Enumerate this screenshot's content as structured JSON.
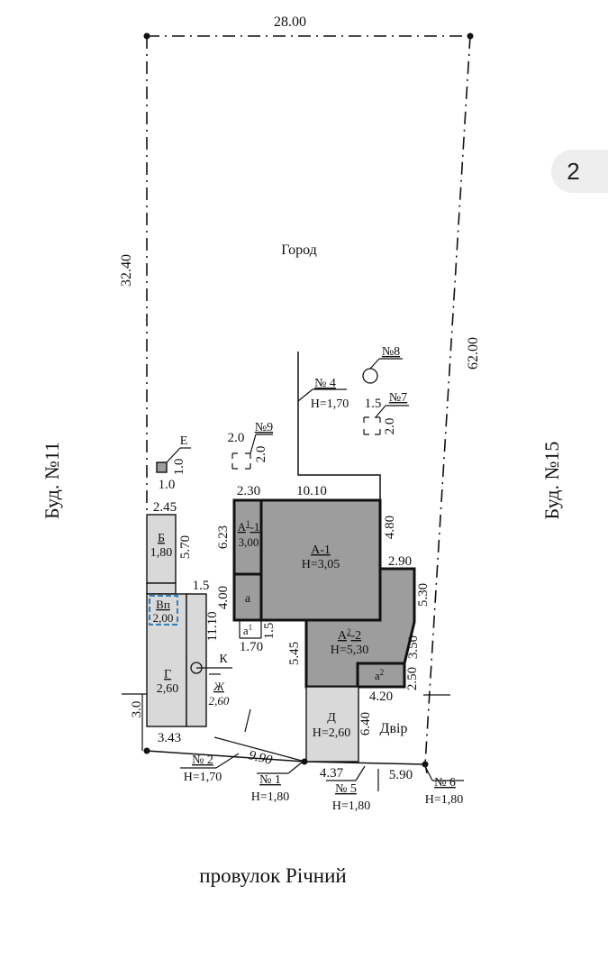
{
  "page_badge": "2",
  "street": "провулок Річний",
  "neighbors": {
    "left": "Буд. №11",
    "right": "Буд. №15"
  },
  "garden": "Город",
  "dimensions": {
    "top": "28.00",
    "left": "32.40",
    "right": "62.00",
    "d_10_10": "10.10",
    "d_2_30": "2.30",
    "d_6_23": "6.23",
    "d_4_80": "4.80",
    "d_4_00": "4.00",
    "d_2_90": "2.90",
    "d_5_30": "5.30",
    "d_3_50": "3.50",
    "d_5_45": "5.45",
    "d_1_70": "1.70",
    "d_1_5a": "1.5",
    "d_2_50": "2.50",
    "d_4_20": "4.20",
    "d_6_40": "6.40",
    "d_4_37": "4.37",
    "d_5_90": "5.90",
    "d_9_90": "9.90",
    "d_3_43": "3.43",
    "d_3_0": "3.0",
    "d_11_10": "11.10",
    "d_1_5b": "1.5",
    "d_2_45": "2.45",
    "d_5_70": "5.70",
    "d_1_0a": "1.0",
    "d_1_0b": "1.0",
    "d_2_0a": "2.0",
    "d_2_0b": "2.0",
    "d_1_5c": "1.5",
    "d_2_0c": "2.0"
  },
  "buildings": {
    "a1": {
      "name": "А-1",
      "h": "Н=3,05"
    },
    "a11_name_base": "А",
    "a11_name_sup": "1",
    "a11_name_suffix": "-1",
    "a11_h": "3,00",
    "a": "а",
    "a1_small_base": "а",
    "a1_small_sup": "1",
    "a22_name_base": "А",
    "a22_name_sup": "2",
    "a22_name_suffix": "-2",
    "a22_h": "Н=5,30",
    "a2_base": "а",
    "a2_sup": "2",
    "b": {
      "name": "Б",
      "h": "1,80"
    },
    "vp": {
      "name": "Вп",
      "h": "2,00"
    },
    "g": {
      "name": "Г",
      "h": "2,60"
    },
    "zh": {
      "name": "Ж",
      "h": "2,60"
    },
    "d": {
      "name": "Д",
      "h": "Н=2,60"
    },
    "e": "Е",
    "k": "К"
  },
  "structures": {
    "n1": {
      "no": "№ 1",
      "h": "Н=1,80"
    },
    "n2": {
      "no": "№ 2",
      "h": "Н=1,70"
    },
    "n4": {
      "no": "№ 4",
      "h": "Н=1,70"
    },
    "n5": {
      "no": "№ 5",
      "h": "Н=1,80"
    },
    "n6": {
      "no": "№ 6",
      "h": "Н=1,80"
    },
    "n7": "№7",
    "n8": "№8",
    "n9": "№9"
  },
  "yard": "Двір",
  "colors": {
    "house": "#9d9d9d",
    "outbuilding": "#d9d9d9",
    "highlight": "#2f7fc1"
  }
}
